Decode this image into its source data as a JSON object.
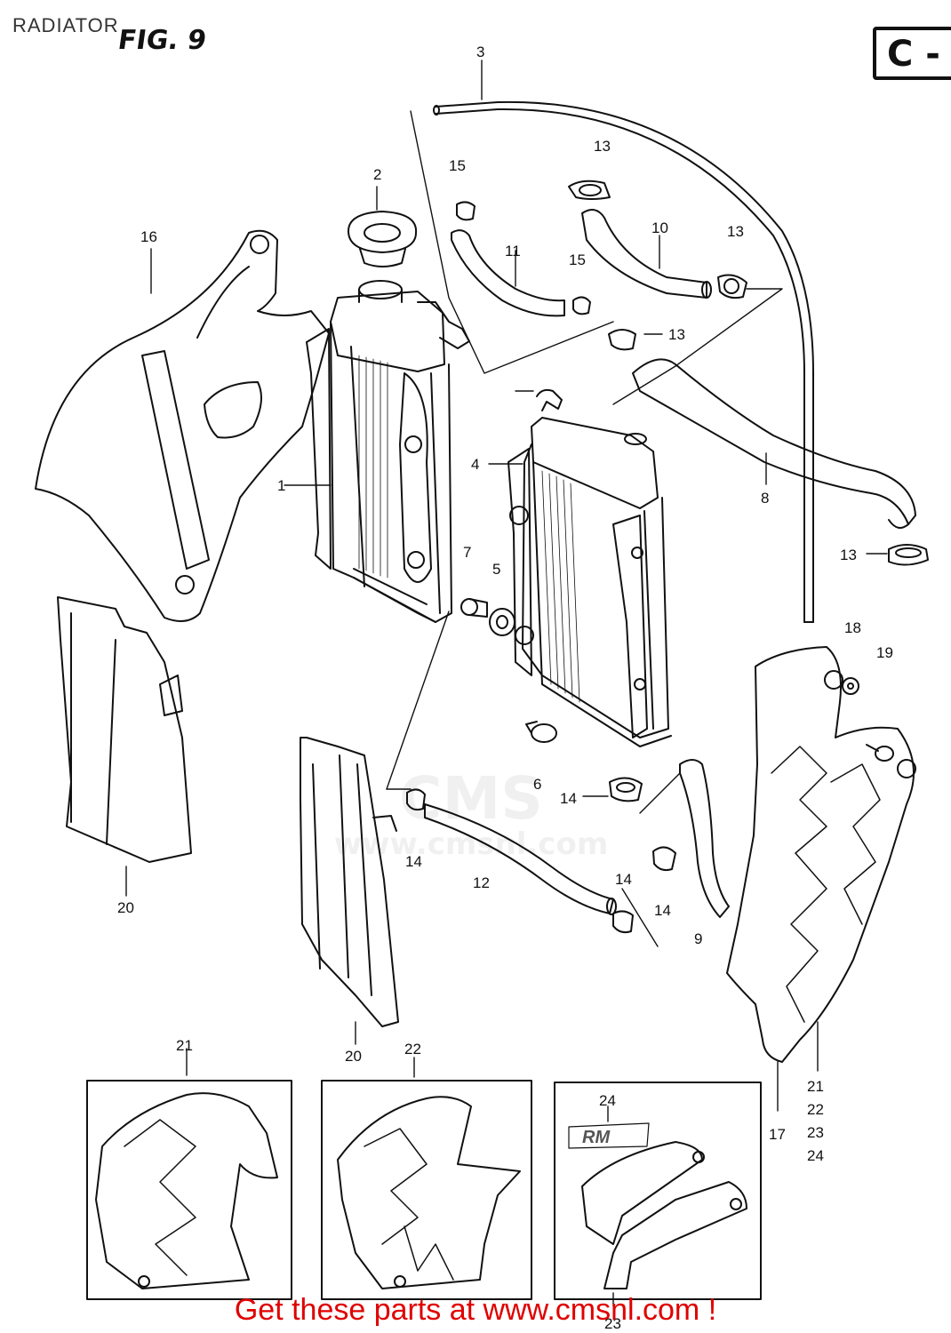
{
  "header": {
    "title": "RADIATOR",
    "figure": "FIG. 9",
    "code": "C -"
  },
  "watermark": {
    "logo": "CMS",
    "url": "www.cmsnl.com"
  },
  "callouts": {
    "c1": "1",
    "c2": "2",
    "c3": "3",
    "c4": "4",
    "c5": "5",
    "c6": "6",
    "c7": "7",
    "c8": "8",
    "c9": "9",
    "c10": "10",
    "c11": "11",
    "c12": "12",
    "c13a": "13",
    "c13b": "13",
    "c13c": "13",
    "c13d": "13",
    "c14a": "14",
    "c14b": "14",
    "c14c": "14",
    "c14d": "14",
    "c15a": "15",
    "c15b": "15",
    "c16": "16",
    "c17": "17",
    "c18": "18",
    "c19": "19",
    "c20a": "20",
    "c20b": "20",
    "c21": "21",
    "c22": "22",
    "c24": "24",
    "c23": "23",
    "s21": "21",
    "s22": "22",
    "s23": "23",
    "s24": "24"
  },
  "decal_text": "RM",
  "footer": "Get these parts at www.cmsnl.com !",
  "colors": {
    "footer": "#e00000",
    "line": "#111111"
  }
}
